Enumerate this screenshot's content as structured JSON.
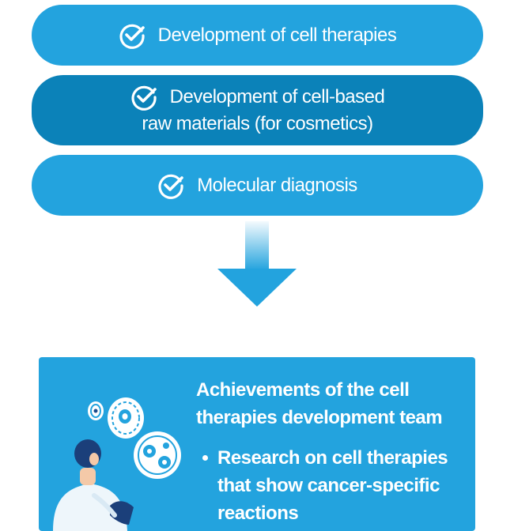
{
  "items": [
    {
      "label": "Development of cell therapies"
    },
    {
      "line1": "Development of cell-based",
      "line2": "raw materials (for cosmetics)"
    },
    {
      "label": "Molecular diagnosis"
    }
  ],
  "icons": {
    "check": "check-circle-icon",
    "arrow": "arrow-down-icon"
  },
  "card": {
    "title": "Achievements of the cell therapies development team",
    "bullets": [
      "Research on cell therapies that show cancer-specific reactions"
    ]
  },
  "colors": {
    "pill_light": "#23a3de",
    "pill_dark": "#0b82b9",
    "card": "#23a3de"
  }
}
